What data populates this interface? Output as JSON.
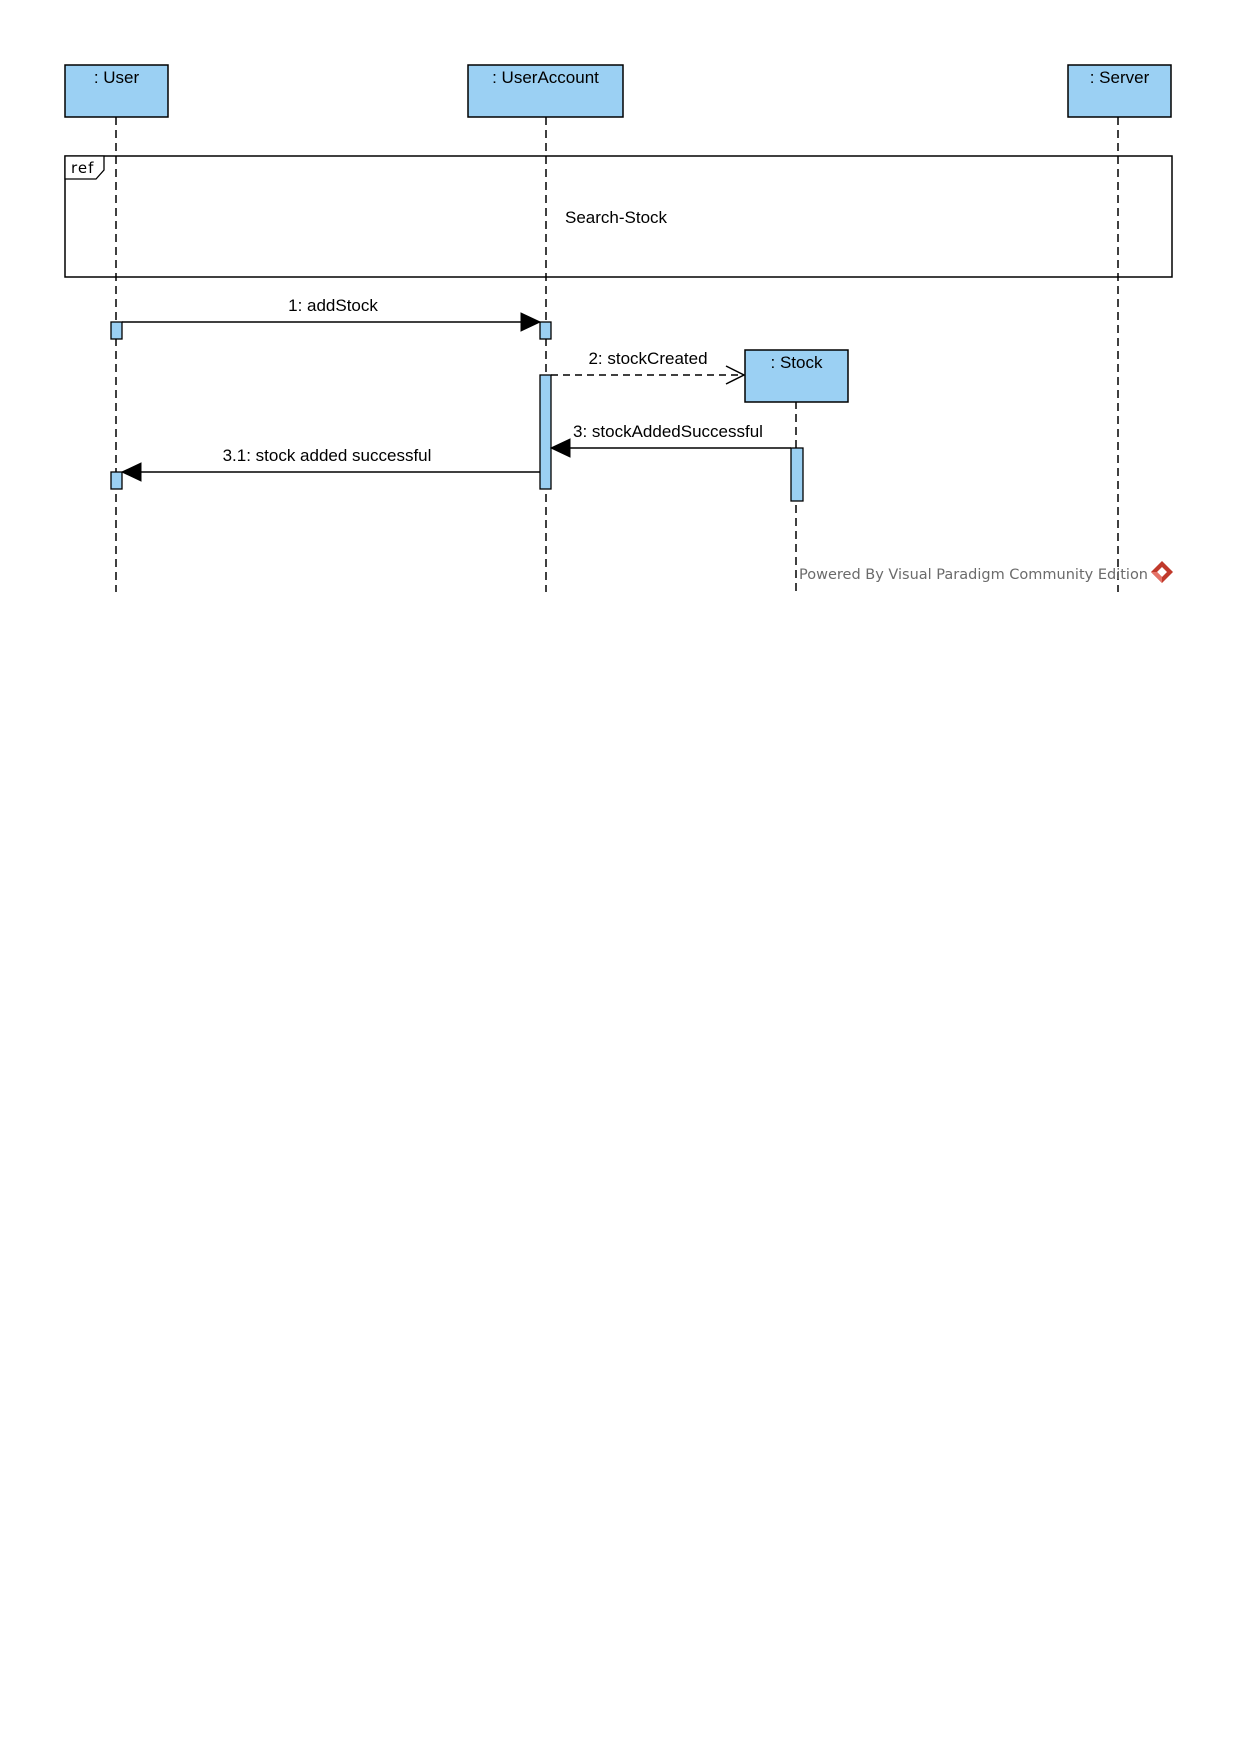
{
  "diagram": {
    "lifelines": {
      "user": ": User",
      "user_account": ": UserAccount",
      "server": ": Server",
      "stock": ": Stock"
    },
    "fragment": {
      "operator": "ref",
      "name": "Search-Stock"
    },
    "messages": {
      "m1": "1: addStock",
      "m2": "2: stockCreated",
      "m3": "3: stockAddedSuccessful",
      "m31": "3.1: stock added successful"
    },
    "watermark": "Powered By Visual Paradigm Community Edition"
  },
  "colors": {
    "lifeline_fill": "#9bd0f3",
    "line": "#000000",
    "watermark_text": "#6b6b6b",
    "logo": "#c0392b"
  }
}
